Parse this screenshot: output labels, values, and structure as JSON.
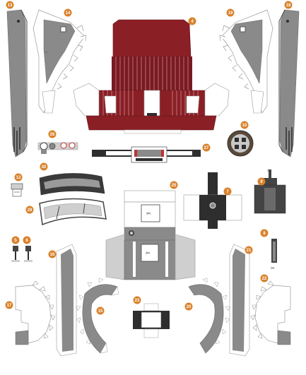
{
  "sheet": {
    "colors": {
      "badge": "#d9822b",
      "maroon": "#8b1f26",
      "maroon_dark": "#5e1217",
      "gray": "#8a8a8a",
      "gray_light": "#cfcfcf",
      "dark": "#2e2e2e",
      "outline": "#9a9a9a"
    },
    "badges": {
      "b13": "13",
      "b14": "14",
      "b4": "4",
      "b19": "19",
      "b18": "18",
      "b26": "26",
      "b10": "10",
      "b27": "27",
      "b30": "30",
      "b25": "25",
      "b7": "7",
      "b9": "9",
      "b12": "12",
      "b28": "28",
      "b5": "5",
      "b6": "6",
      "b16": "16",
      "b8": "8",
      "b21": "21",
      "b17": "17",
      "b15": "15",
      "b23": "23",
      "b20": "20",
      "b22": "22"
    },
    "icons": {
      "scissors": "scissors-icon"
    }
  }
}
